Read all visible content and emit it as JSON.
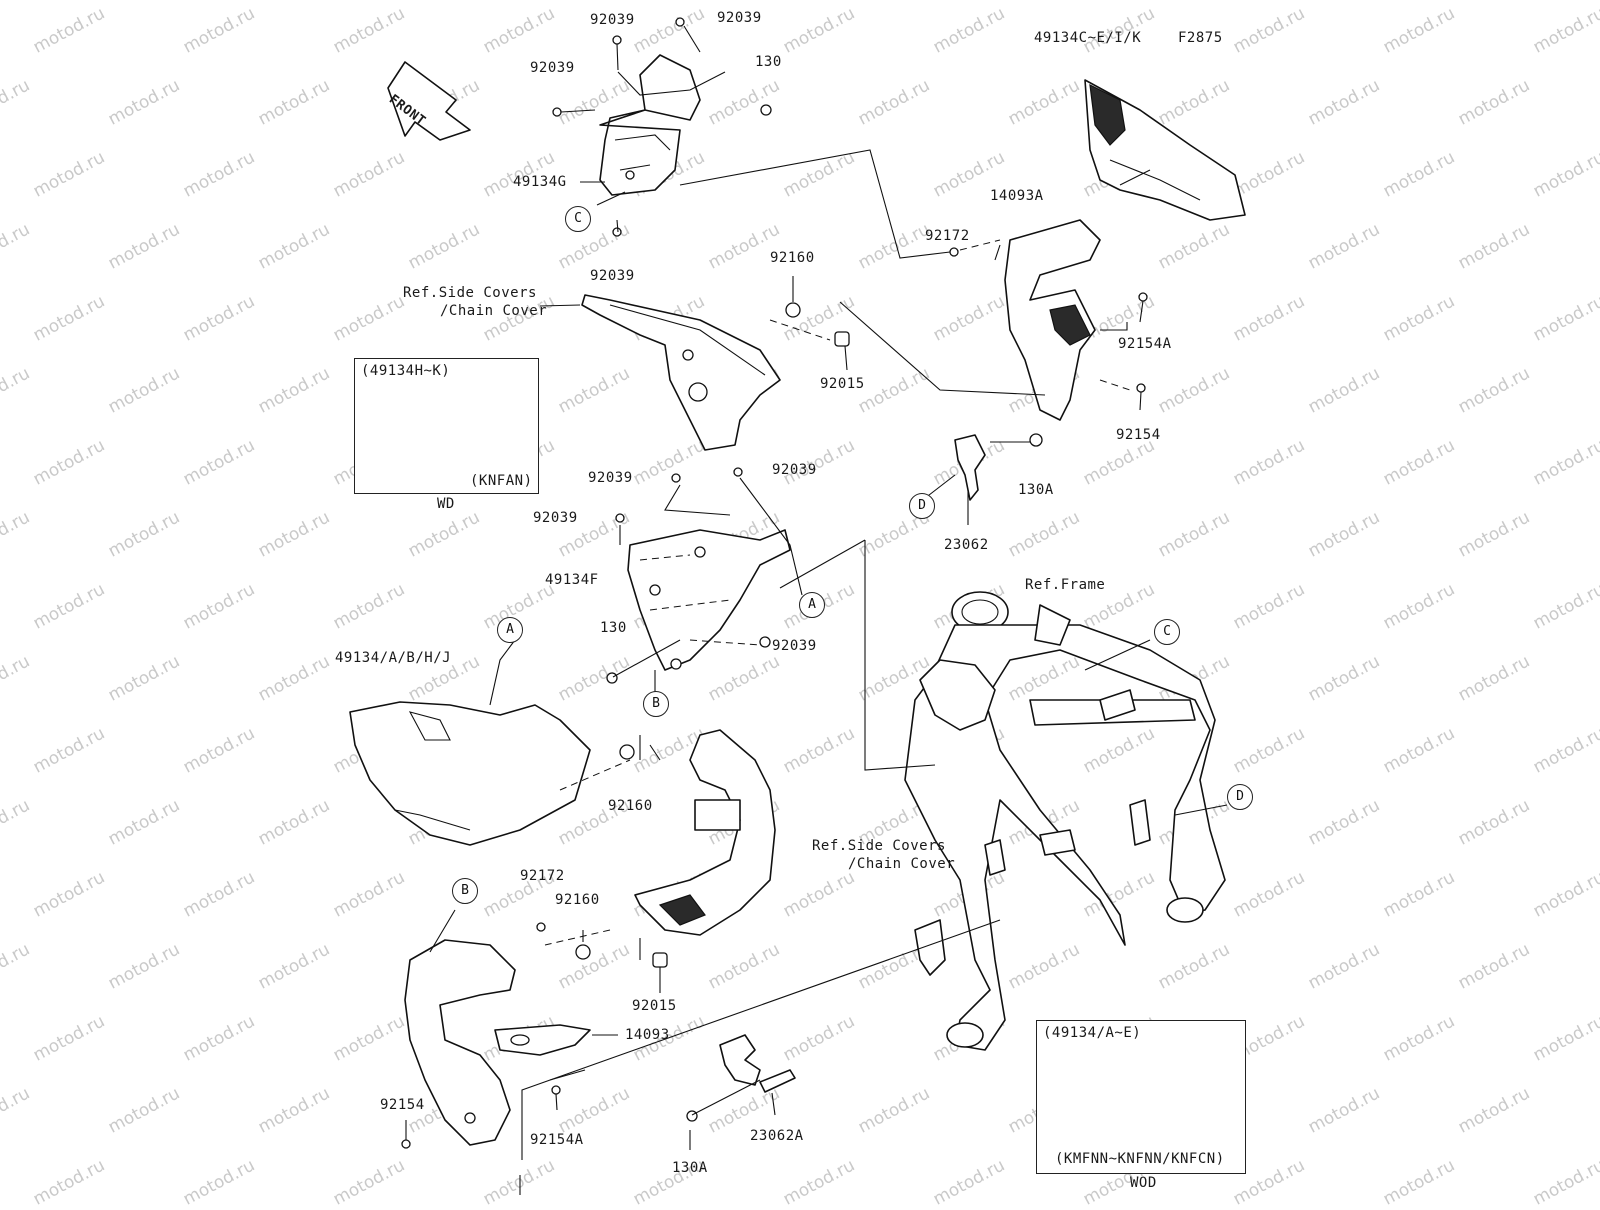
{
  "figure_code": "F2875",
  "front_arrow": "FRONT",
  "watermark_text": "motod.ru",
  "labels": {
    "l_92039_a": "92039",
    "l_92039_b": "92039",
    "l_92039_c": "92039",
    "l_130_top": "130",
    "l_49134g": "49134G",
    "l_92039_d": "92039",
    "l_49134c": "49134C~E/I/K",
    "l_14093a": "14093A",
    "l_92172_top": "92172",
    "l_92154a_top": "92154A",
    "l_92154_top": "92154",
    "l_92160_top": "92160",
    "l_92015_top": "92015",
    "l_ref_side_1": "Ref.Side Covers",
    "l_ref_chain_1": "/Chain Cover",
    "l_92039_e": "92039",
    "l_92039_f": "92039",
    "l_92039_g": "92039",
    "l_130a_top": "130A",
    "l_23062": "23062",
    "l_49134f": "49134F",
    "l_130_mid": "130",
    "l_92039_h": "92039",
    "l_ref_frame": "Ref.Frame",
    "l_49134ab": "49134/A/B/H/J",
    "l_92160_mid": "92160",
    "l_ref_side_2": "Ref.Side Covers",
    "l_ref_chain_2": "/Chain Cover",
    "l_92172_bot": "92172",
    "l_92160_bot": "92160",
    "l_92015_bot": "92015",
    "l_14093": "14093",
    "l_92154_bot": "92154",
    "l_92154a_bot": "92154A",
    "l_130a_bot": "130A",
    "l_23062a": "23062A"
  },
  "refs": {
    "c_top": "C",
    "a_mid": "A",
    "d_top": "D",
    "b_mid": "B",
    "a_left": "A",
    "c_frame": "C",
    "d_frame": "D",
    "b_bot": "B"
  },
  "inset_top": {
    "title": "(49134H~K)",
    "code": "(KNFAN)",
    "caption": "WD"
  },
  "inset_bottom": {
    "title": "(49134/A~E)",
    "code": "(KMFNN~KNFNN/KNFCN)",
    "caption": "WOD"
  }
}
